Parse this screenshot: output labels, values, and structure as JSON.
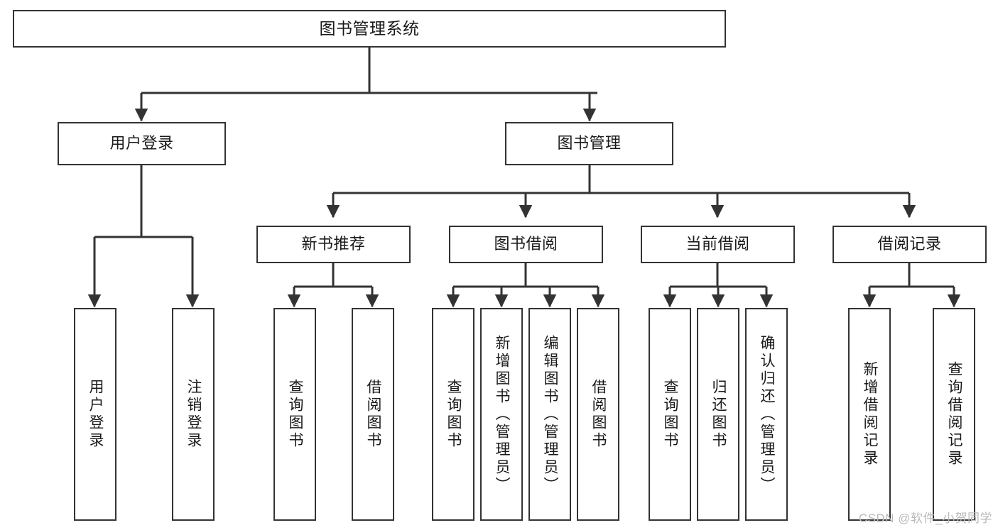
{
  "diagram": {
    "title": "图书管理系统",
    "watermark": "CSDN @软件_小贺同学",
    "line_color": "#333333",
    "box_fill": "#ffffff",
    "text_color": "#1a1a1a",
    "nodes": {
      "root": {
        "label": "图书管理系统"
      },
      "level2": [
        {
          "id": "user-login",
          "label": "用户登录"
        },
        {
          "id": "book-manage",
          "label": "图书管理"
        }
      ],
      "level3": [
        {
          "id": "new-book-recommend",
          "label": "新书推荐"
        },
        {
          "id": "book-borrow",
          "label": "图书借阅"
        },
        {
          "id": "current-borrow",
          "label": "当前借阅"
        },
        {
          "id": "borrow-record",
          "label": "借阅记录"
        }
      ],
      "leaves": {
        "user-login": [
          {
            "id": "leaf-user-login",
            "label": "用户登录"
          },
          {
            "id": "leaf-logout-login",
            "label": "注销登录"
          }
        ],
        "new-book-recommend": [
          {
            "id": "leaf-query-book-1",
            "label": "查询图书"
          },
          {
            "id": "leaf-borrow-book-1",
            "label": "借阅图书"
          }
        ],
        "book-borrow": [
          {
            "id": "leaf-query-book-2",
            "label": "查询图书"
          },
          {
            "id": "leaf-add-book",
            "label": "新增图书（管理员）"
          },
          {
            "id": "leaf-edit-book",
            "label": "编辑图书（管理员）"
          },
          {
            "id": "leaf-borrow-book-2",
            "label": "借阅图书"
          }
        ],
        "current-borrow": [
          {
            "id": "leaf-query-book-3",
            "label": "查询图书"
          },
          {
            "id": "leaf-return-book",
            "label": "归还图书"
          },
          {
            "id": "leaf-confirm-return",
            "label": "确认归还（管理员）"
          }
        ],
        "borrow-record": [
          {
            "id": "leaf-add-record",
            "label": "新增借阅记录"
          },
          {
            "id": "leaf-query-record",
            "label": "查询借阅记录"
          }
        ]
      }
    }
  }
}
